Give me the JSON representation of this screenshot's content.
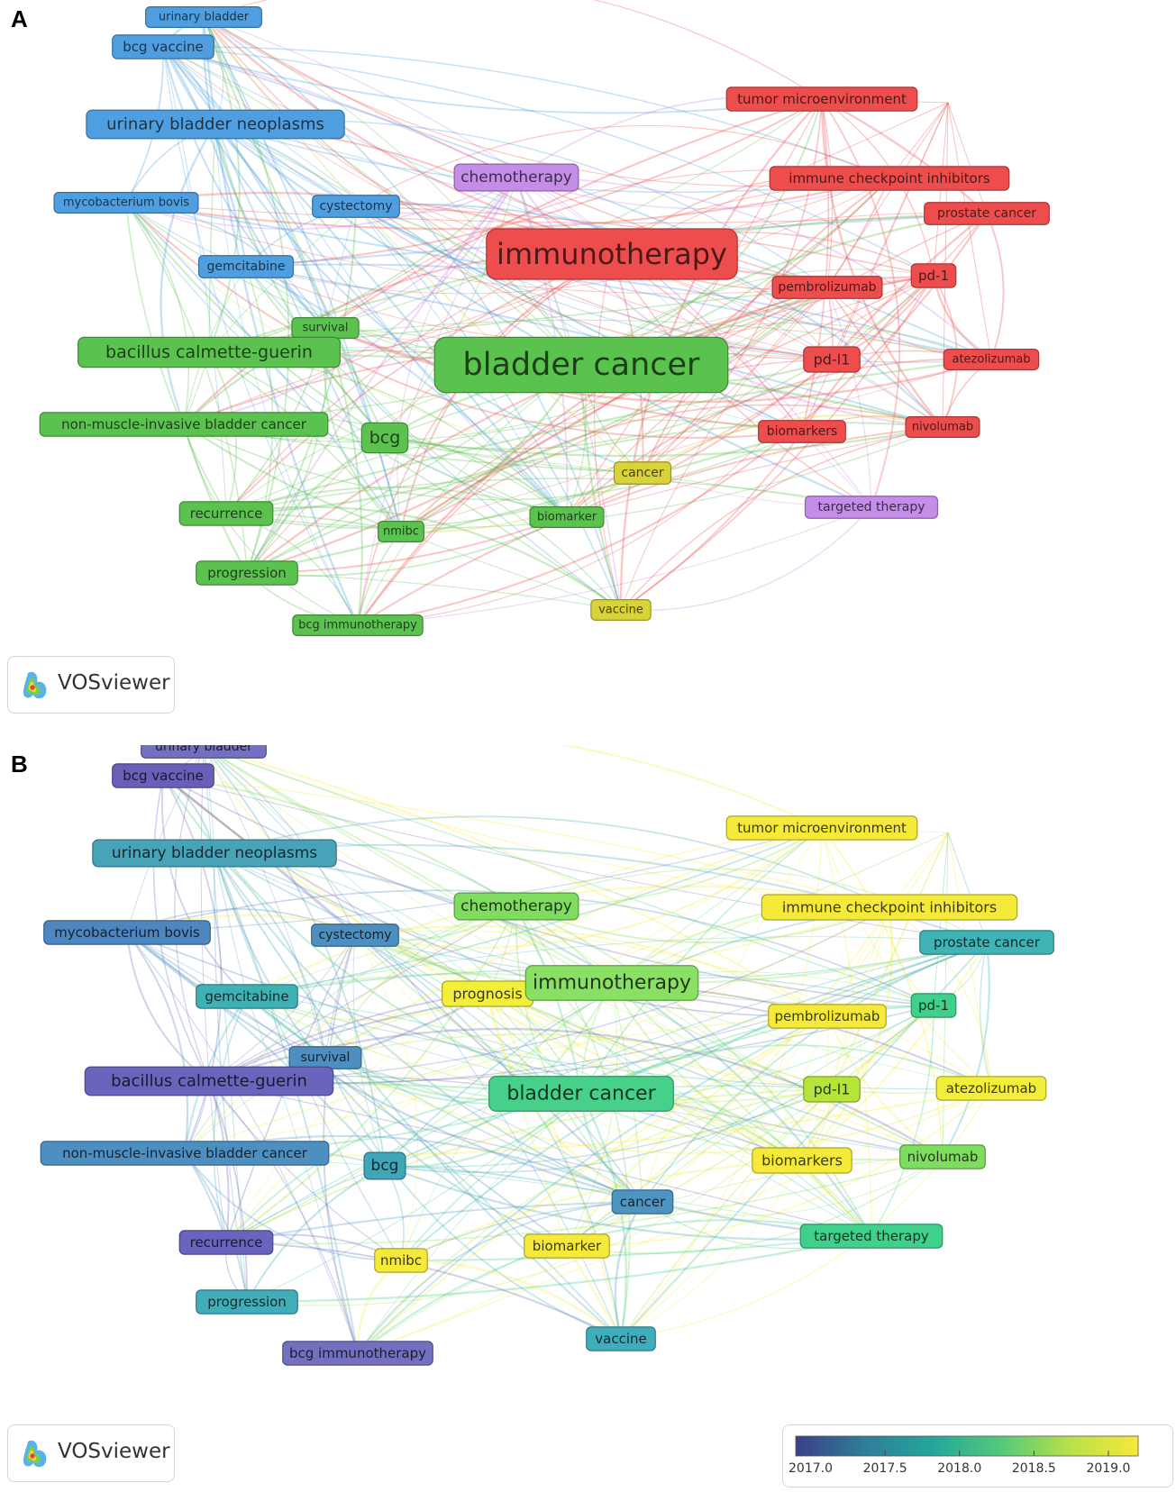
{
  "panels": [
    {
      "label": "A",
      "nodes": [
        {
          "id": "urinary bladder",
          "label": "urinary bladder",
          "color": "#4f9fe0"
        },
        {
          "id": "bcg vaccine",
          "label": "bcg vaccine",
          "color": "#4f9fe0"
        },
        {
          "id": "urinary bladder neoplasms",
          "label": "urinary bladder neoplasms",
          "color": "#4f9fe0"
        },
        {
          "id": "mycobacterium bovis",
          "label": "mycobacterium bovis",
          "color": "#4f9fe0"
        },
        {
          "id": "cystectomy",
          "label": "cystectomy",
          "color": "#4f9fe0"
        },
        {
          "id": "gemcitabine",
          "label": "gemcitabine",
          "color": "#4f9fe0"
        },
        {
          "id": "chemotherapy",
          "label": "chemotherapy",
          "color": "#c38de8"
        },
        {
          "id": "targeted therapy",
          "label": "targeted therapy",
          "color": "#c38de8"
        },
        {
          "id": "immunotherapy",
          "label": "immunotherapy",
          "color": "#ee4d4d"
        },
        {
          "id": "tumor microenvironment",
          "label": "tumor microenvironment",
          "color": "#ee4d4d"
        },
        {
          "id": "immune checkpoint inhibitors",
          "label": "immune checkpoint inhibitors",
          "color": "#ee4d4d"
        },
        {
          "id": "prostate cancer",
          "label": "prostate cancer",
          "color": "#ee4d4d"
        },
        {
          "id": "pd-1",
          "label": "pd-1",
          "color": "#ee4d4d"
        },
        {
          "id": "pembrolizumab",
          "label": "pembrolizumab",
          "color": "#ee4d4d"
        },
        {
          "id": "pd-l1",
          "label": "pd-l1",
          "color": "#ee4d4d"
        },
        {
          "id": "atezolizumab",
          "label": "atezolizumab",
          "color": "#ee4d4d"
        },
        {
          "id": "biomarkers",
          "label": "biomarkers",
          "color": "#ee4d4d"
        },
        {
          "id": "nivolumab",
          "label": "nivolumab",
          "color": "#ee4d4d"
        },
        {
          "id": "survival",
          "label": "survival",
          "color": "#5bc24f"
        },
        {
          "id": "bacillus calmette-guerin",
          "label": "bacillus calmette-guerin",
          "color": "#5bc24f"
        },
        {
          "id": "bladder cancer",
          "label": "bladder cancer",
          "color": "#5bc24f"
        },
        {
          "id": "non-muscle-invasive bladder cancer",
          "label": "non-muscle-invasive bladder cancer",
          "color": "#5bc24f"
        },
        {
          "id": "bcg",
          "label": "bcg",
          "color": "#5bc24f"
        },
        {
          "id": "recurrence",
          "label": "recurrence",
          "color": "#5bc24f"
        },
        {
          "id": "nmibc",
          "label": "nmibc",
          "color": "#5bc24f"
        },
        {
          "id": "biomarker",
          "label": "biomarker",
          "color": "#5bc24f"
        },
        {
          "id": "progression",
          "label": "progression",
          "color": "#5bc24f"
        },
        {
          "id": "bcg immunotherapy",
          "label": "bcg immunotherapy",
          "color": "#5bc24f"
        },
        {
          "id": "cancer",
          "label": "cancer",
          "color": "#d9d33a"
        },
        {
          "id": "vaccine",
          "label": "vaccine",
          "color": "#d9d33a"
        }
      ],
      "badge": {
        "text": "VOSviewer"
      }
    },
    {
      "label": "B",
      "nodes": [
        {
          "id": "urinary bladder",
          "label": "urinary bladder",
          "color": "#7470c0"
        },
        {
          "id": "bcg vaccine",
          "label": "bcg vaccine",
          "color": "#6a5fb8"
        },
        {
          "id": "urinary bladder neoplasms",
          "label": "urinary bladder neoplasms",
          "color": "#48a3b8"
        },
        {
          "id": "mycobacterium bovis",
          "label": "mycobacterium bovis",
          "color": "#4e86c0"
        },
        {
          "id": "cystectomy",
          "label": "cystectomy",
          "color": "#4d8fbe"
        },
        {
          "id": "gemcitabine",
          "label": "gemcitabine",
          "color": "#3fb0b4"
        },
        {
          "id": "chemotherapy",
          "label": "chemotherapy",
          "color": "#7edc5e"
        },
        {
          "id": "prognosis",
          "label": "prognosis",
          "color": "#f2ee3a"
        },
        {
          "id": "immunotherapy",
          "label": "immunotherapy",
          "color": "#8ae064"
        },
        {
          "id": "tumor microenvironment",
          "label": "tumor microenvironment",
          "color": "#f5ea3a"
        },
        {
          "id": "immune checkpoint inhibitors",
          "label": "immune checkpoint inhibitors",
          "color": "#f5ea3a"
        },
        {
          "id": "prostate cancer",
          "label": "prostate cancer",
          "color": "#3fb3b6"
        },
        {
          "id": "pd-1",
          "label": "pd-1",
          "color": "#3fd08c"
        },
        {
          "id": "pembrolizumab",
          "label": "pembrolizumab",
          "color": "#f5ea3a"
        },
        {
          "id": "pd-l1",
          "label": "pd-l1",
          "color": "#b6e53a"
        },
        {
          "id": "atezolizumab",
          "label": "atezolizumab",
          "color": "#f2ee3a"
        },
        {
          "id": "biomarkers",
          "label": "biomarkers",
          "color": "#f5ea3a"
        },
        {
          "id": "nivolumab",
          "label": "nivolumab",
          "color": "#7edc5e"
        },
        {
          "id": "targeted therapy",
          "label": "targeted therapy",
          "color": "#3fd08c"
        },
        {
          "id": "survival",
          "label": "survival",
          "color": "#4f8ec0"
        },
        {
          "id": "bacillus calmette-guerin",
          "label": "bacillus calmette-guerin",
          "color": "#6a64bd"
        },
        {
          "id": "bladder cancer",
          "label": "bladder cancer",
          "color": "#46d08a"
        },
        {
          "id": "non-muscle-invasive bladder cancer",
          "label": "non-muscle-invasive bladder cancer",
          "color": "#4e8fc2"
        },
        {
          "id": "bcg",
          "label": "bcg",
          "color": "#3ea6b8"
        },
        {
          "id": "cancer",
          "label": "cancer",
          "color": "#4d94c0"
        },
        {
          "id": "recurrence",
          "label": "recurrence",
          "color": "#6a64bd"
        },
        {
          "id": "nmibc",
          "label": "nmibc",
          "color": "#f5ea3a"
        },
        {
          "id": "biomarker",
          "label": "biomarker",
          "color": "#f5ea3a"
        },
        {
          "id": "progression",
          "label": "progression",
          "color": "#40adb8"
        },
        {
          "id": "vaccine",
          "label": "vaccine",
          "color": "#40adbc"
        },
        {
          "id": "bcg immunotherapy",
          "label": "bcg immunotherapy",
          "color": "#7470c0"
        }
      ],
      "badge": {
        "text": "VOSviewer"
      }
    }
  ],
  "colorbar": {
    "ticks": [
      "2017.0",
      "2017.5",
      "2018.0",
      "2018.5",
      "2019.0"
    ],
    "range": [
      2016.9,
      2019.2
    ],
    "stops": [
      "#3b3f86",
      "#2f7d99",
      "#24a69b",
      "#54c97a",
      "#b8e04a",
      "#f7e93a"
    ]
  }
}
